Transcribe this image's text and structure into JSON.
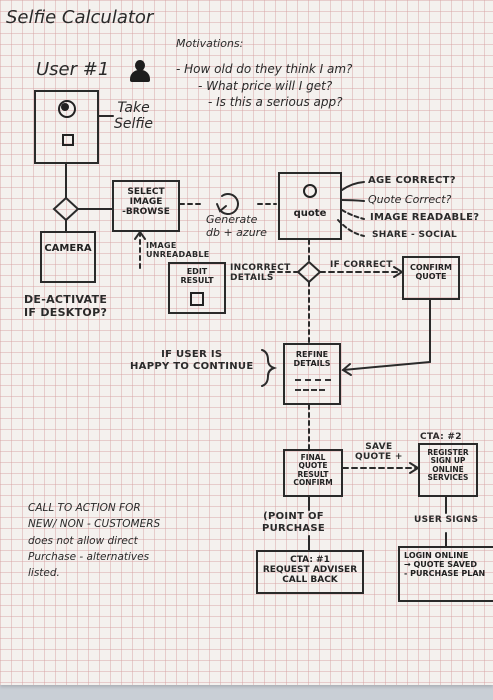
{
  "title": "Selfie Calculator",
  "user_label": "User #1",
  "motivations": {
    "heading": "Motivations:",
    "items": [
      "- How old do they think I am?",
      "- What price will I get?",
      "- Is this a serious app?"
    ]
  },
  "take_selfie": "Take\nSelfie",
  "camera": "CAMERA",
  "deactivate": "DE-ACTIVATE\nIF DESKTOP?",
  "select_image": "SELECT\nIMAGE\n-BROWSE",
  "generate": "Generate\ndb + azure",
  "quote": "quote",
  "checks": [
    "AGE CORRECT?",
    "Quote Correct?",
    "IMAGE READABLE?",
    "SHARE - SOCIAL"
  ],
  "image_unreadable": "IMAGE\nUNREADABLE",
  "edit_result": "EDIT\nRESULT",
  "incorrect_details": "INCORRECT\nDETAILS",
  "if_correct": "IF CORRECT",
  "confirm_quote": "CONFIRM\nQUOTE",
  "if_user_happy": "IF USER IS\nHAPPY TO CONTINUE",
  "refine_details": "REFINE\nDETAILS",
  "final_quote": "FINAL\nQUOTE\nRESULT\nCONFIRM",
  "save_quote": "SAVE\nquote +",
  "cta2_label": "CTA: #2",
  "register": "REGISTER\nSIGN UP\nONLINE\nSERVICES",
  "point_of_purchase": "(POINT OF\nPURCHASE",
  "user_signs": "USER SIGNS",
  "cta1": "CTA: #1\nREQUEST ADVISER\nCALL BACK",
  "login": "LOGIN ONLINE\n→ QUOTE SAVED\n- PURCHASE PLAN",
  "cta_note": "CALL TO ACTION FOR\nNEW/ NON - CUSTOMERS\ndoes not allow direct\nPurchase - alternatives\nlisted."
}
